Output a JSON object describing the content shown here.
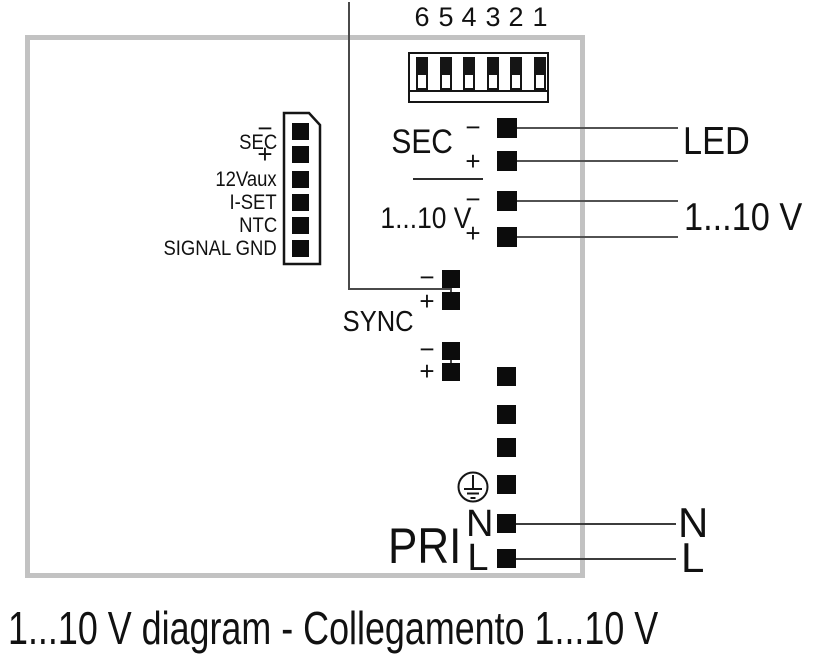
{
  "caption": "1...10 V diagram - Collegamento 1...10 V",
  "dip_switch": {
    "numbers": [
      "6",
      "5",
      "4",
      "3",
      "2",
      "1"
    ]
  },
  "signal_connector": {
    "sec": "SEC",
    "minus": "−",
    "plus": "+",
    "aux": "12Vaux",
    "iset": "I-SET",
    "ntc": "NTC",
    "gnd": "SIGNAL GND"
  },
  "sec_section": {
    "label": "SEC",
    "minus": "−",
    "plus": "+",
    "out": "LED"
  },
  "dim_section": {
    "label": "1...10 V",
    "minus": "−",
    "plus": "+",
    "out": "1...10 V"
  },
  "sync_section": {
    "label": "SYNC",
    "minus": "−",
    "plus": "+"
  },
  "pri_section": {
    "label": "PRI",
    "n": "N",
    "l": "L",
    "n_out": "N",
    "l_out": "L"
  },
  "colors": {
    "frame": "#c2c2c2",
    "wire": "#525252",
    "ink": "#151515"
  }
}
